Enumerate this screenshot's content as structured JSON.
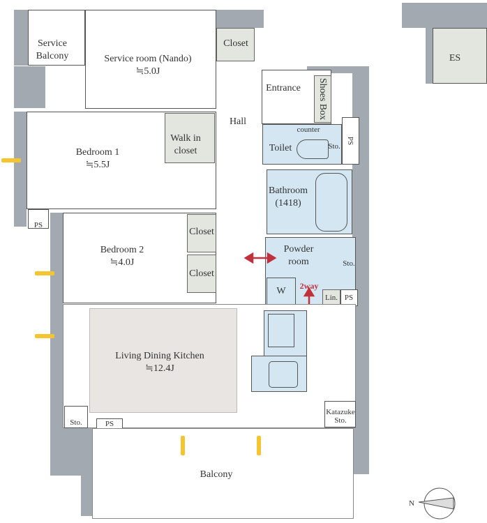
{
  "rooms": {
    "service_balcony": [
      "Service",
      "Balcony"
    ],
    "service_room": {
      "name": "Service room (Nando)",
      "size": "≒5.0J"
    },
    "closet_top": "Closet",
    "entrance": "Entrance",
    "shoes_box": "Shoes Box",
    "hall": "Hall",
    "counter": "counter",
    "toilet": "Toilet",
    "toilet_sto": "Sto.",
    "ps_top": "PS",
    "bedroom1": {
      "name": "Bedroom 1",
      "size": "≒5.5J"
    },
    "walk_in_closet": [
      "Walk in",
      "closet"
    ],
    "bathroom": {
      "name": "Bathroom",
      "size": "(1418)"
    },
    "powder_room": [
      "Powder",
      "room"
    ],
    "powder_sto": "Sto.",
    "washer": "W",
    "two_way": "2way",
    "linen": "Lin.",
    "ps_mid": "PS",
    "bedroom2": {
      "name": "Bedroom 2",
      "size": "≒4.0J"
    },
    "closet_b2_top": "Closet",
    "closet_b2_bottom": "Closet",
    "ldk": {
      "name": "Living Dining Kitchen",
      "size": "≒12.4J"
    },
    "katazuke": [
      "Katazuke",
      "Sto."
    ],
    "sto_bottom": "Sto.",
    "ps_bottom": "PS",
    "balcony": "Balcony",
    "ps_bedroom1": "PS",
    "es": "ES"
  },
  "colors": {
    "wall": "#a3a9b0",
    "wet_area": "#d3e6f2",
    "ldk": "#e8e5e2",
    "arrow": "#c0313d",
    "window": "#f4c431"
  },
  "compass": "N"
}
